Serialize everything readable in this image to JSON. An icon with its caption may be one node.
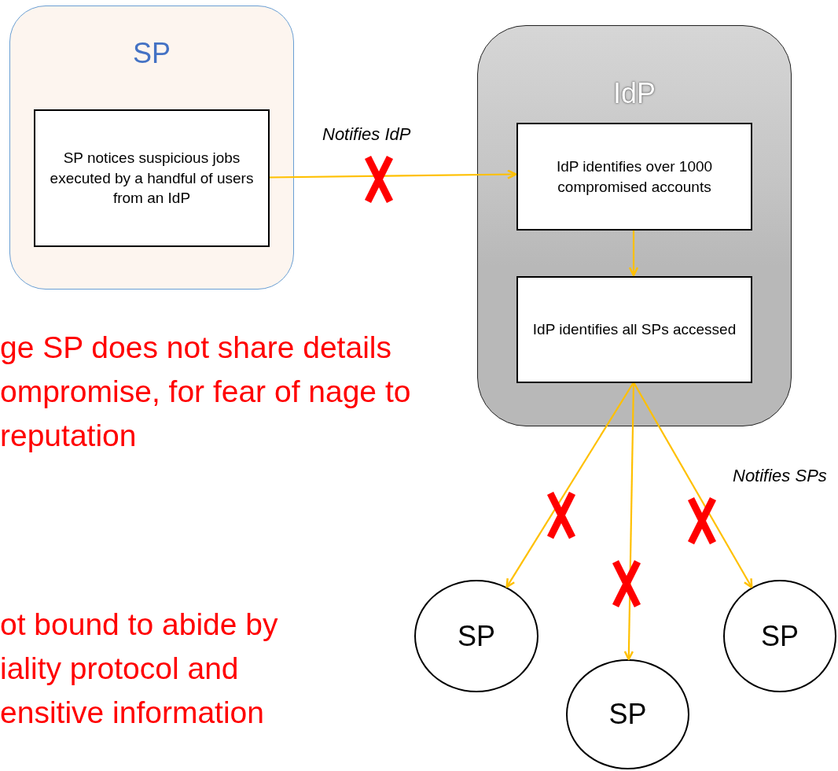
{
  "diagram": {
    "nodes": [
      {
        "text": [
          "SP"
        ]
      },
      {
        "text": [
          "SP notices suspicious jobs executed by a handful of users from an IdP"
        ],
        "in": 0
      },
      {
        "text": [
          "IdP"
        ]
      },
      {
        "text": [
          "IdP identifies over 1000 compromised accounts"
        ],
        "in": 2
      },
      {
        "text": [
          "IdP identifies all SPs accessed"
        ],
        "in": 2
      },
      {
        "text": [
          "SP"
        ]
      },
      {
        "text": [
          "SP"
        ]
      },
      {
        "text": [
          "SP"
        ]
      }
    ],
    "edges": [
      {
        "from": 1,
        "to": 3,
        "arrow": "to",
        "label": "Notifies IdP"
      },
      {
        "from": 3,
        "to": 4,
        "arrow": "to"
      },
      {
        "from": 4,
        "to": 5,
        "arrow": "to"
      },
      {
        "from": 4,
        "to": 6,
        "arrow": "to"
      },
      {
        "from": 4,
        "to": 7,
        "arrow": "to"
      }
    ],
    "labels": [
      "ge SP does not share details ompromise, for fear of nage to reputation",
      "ot bound to abide by iality protocol and ensitive information",
      "Notifies SPs"
    ]
  }
}
